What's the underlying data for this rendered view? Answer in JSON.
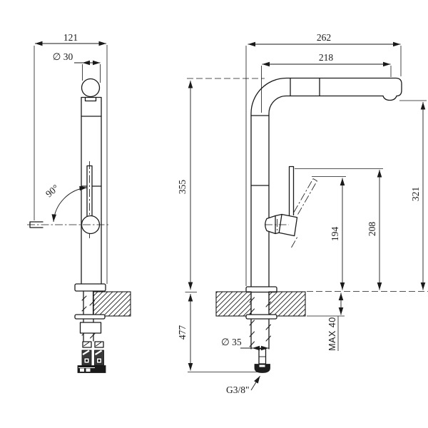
{
  "dimensions": {
    "depth": "121",
    "spout_tube_diameter": "∅ 30",
    "handle_swing_angle": "90°",
    "height_above_counter": "355",
    "height_overall_below": "477",
    "reach_total": "262",
    "reach_spout": "218",
    "handle_tilted_height": "194",
    "handle_upright_height": "208",
    "outlet_height": "321",
    "counter_max_thickness": "MAX 40",
    "mount_shaft_diameter": "∅ 35",
    "hose_connection": "G3/8\""
  },
  "colors": {
    "line": "#1a1a1a",
    "background": "#ffffff"
  }
}
